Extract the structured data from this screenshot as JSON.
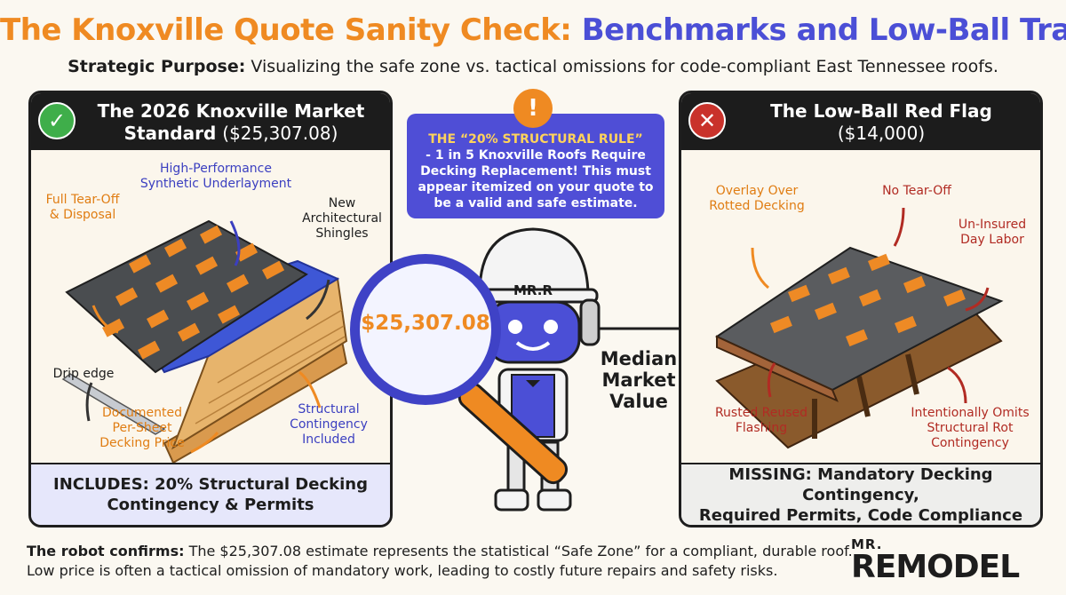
{
  "header": {
    "title_part1": "The Knoxville Quote Sanity Check:",
    "title_part2": "Benchmarks and Low-Ball Traps",
    "subtitle_label": "Strategic Purpose:",
    "subtitle_text": "Visualizing the safe zone vs. tactical omissions for code-compliant East Tennessee roofs."
  },
  "left_panel": {
    "title_line1": "The 2026 Knoxville Market",
    "title_line2_bold": "Standard",
    "title_line2_price": "($25,307.08)",
    "badge_icon": "check-icon",
    "badge_color": "#3fae4a",
    "labels": {
      "underlayment": "High-Performance\nSynthetic Underlayment",
      "tear_off": "Full Tear-Off\n& Disposal",
      "shingles": "New\nArchitectural\nShingles",
      "drip_edge": "Drip edge",
      "decking_price": "Documented\nPer-Sheet\nDecking Price",
      "contingency": "Structural\nContingency\nIncluded"
    },
    "footer": "INCLUDES: 20% Structural Decking\nContingency & Permits"
  },
  "callout": {
    "icon": "warning-icon",
    "rule": "THE “20% STRUCTURAL RULE”",
    "text": "- 1 in 5 Knoxville Roofs Require\nDecking Replacement! This must\nappear itemized on your quote to\nbe a valid and safe estimate."
  },
  "center": {
    "lens_value": "$25,307.08",
    "robot_name": "MR.R",
    "median_label": "Median\nMarket\nValue"
  },
  "right_panel": {
    "title_line1": "The Low-Ball Red Flag",
    "title_line2": "($14,000)",
    "badge_icon": "x-icon",
    "badge_color": "#c9322b",
    "labels": {
      "overlay": "Overlay Over\nRotted Decking",
      "no_tear_off": "No Tear-Off",
      "uninsured": "Un-Insured\nDay Labor",
      "flashing": "Rusted Reused\nFlashing",
      "omits": "Intentionally Omits\nStructural Rot\nContingency"
    },
    "footer": "MISSING: Mandatory Decking Contingency,\nRequired Permits, Code Compliance"
  },
  "bottom": {
    "note_label": "The robot confirms:",
    "note_text": "The $25,307.08 estimate represents the statistical “Safe Zone” for a compliant, durable roof.\nLow price is often a tactical omission of mandatory work, leading to costly future repairs and safety risks.",
    "logo_top": "MR.",
    "logo_main": "REMODEL"
  },
  "colors": {
    "orange": "#ef8a22",
    "indigo": "#4b4fd6",
    "red": "#b12b23"
  }
}
